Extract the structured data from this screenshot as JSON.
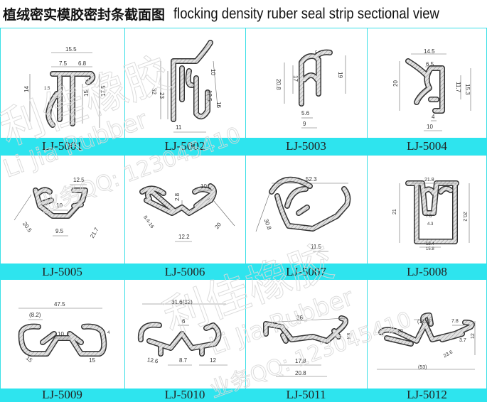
{
  "title": {
    "chinese": "植绒密实模胶密封条截面图",
    "english": "flocking density ruber seal strip sectional view"
  },
  "watermark": {
    "brand_cn": "利佳橡胶",
    "brand_en": "Li Jia Rubber",
    "contact": "业务QQ: 123045410"
  },
  "colors": {
    "band": "#2ee4ee",
    "border": "#39dfe6",
    "profile_fill": "#c8c8c8",
    "profile_outline": "#333333"
  },
  "cells": [
    {
      "model": "LJ-5001",
      "dims": [
        "15.5",
        "7.5",
        "6.8",
        "14",
        "15",
        "17.5",
        "1.5"
      ]
    },
    {
      "model": "LJ-5002",
      "dims": [
        "32",
        "23",
        "10",
        "12.5",
        "16",
        "11"
      ]
    },
    {
      "model": "LJ-5003",
      "dims": [
        "20.8",
        "17",
        "19",
        "5.6",
        "9",
        "5"
      ]
    },
    {
      "model": "LJ-5004",
      "dims": [
        "14.5",
        "6.5",
        "20",
        "11.7",
        "15.3",
        "4",
        "10"
      ]
    },
    {
      "model": "LJ-5005",
      "dims": [
        "12.5",
        "10",
        "20.5",
        "9.5",
        "21.7"
      ]
    },
    {
      "model": "LJ-5006",
      "dims": [
        "10",
        "2.8",
        "8.4-16",
        "12.2",
        "20"
      ]
    },
    {
      "model": "LJ-5007",
      "dims": [
        "52.3",
        "30.8",
        "11.5"
      ]
    },
    {
      "model": "LJ-5008",
      "dims": [
        "21.8",
        "21",
        "20.2",
        "7.6",
        "4.3",
        "12.4",
        "15.8"
      ]
    },
    {
      "model": "LJ-5009",
      "dims": [
        "47.5",
        "(8.2)",
        "10",
        "4",
        "15",
        "15"
      ]
    },
    {
      "model": "LJ-5010",
      "dims": [
        "31.6(32)",
        "6",
        "12.6",
        "8.7",
        "12"
      ]
    },
    {
      "model": "LJ-5011",
      "dims": [
        "36",
        "8.4",
        "17.8",
        "20.8"
      ]
    },
    {
      "model": "LJ-5012",
      "dims": [
        "(14.4)",
        "7.8",
        "20",
        "12",
        "3.7",
        "23.6",
        "(53)"
      ]
    }
  ]
}
